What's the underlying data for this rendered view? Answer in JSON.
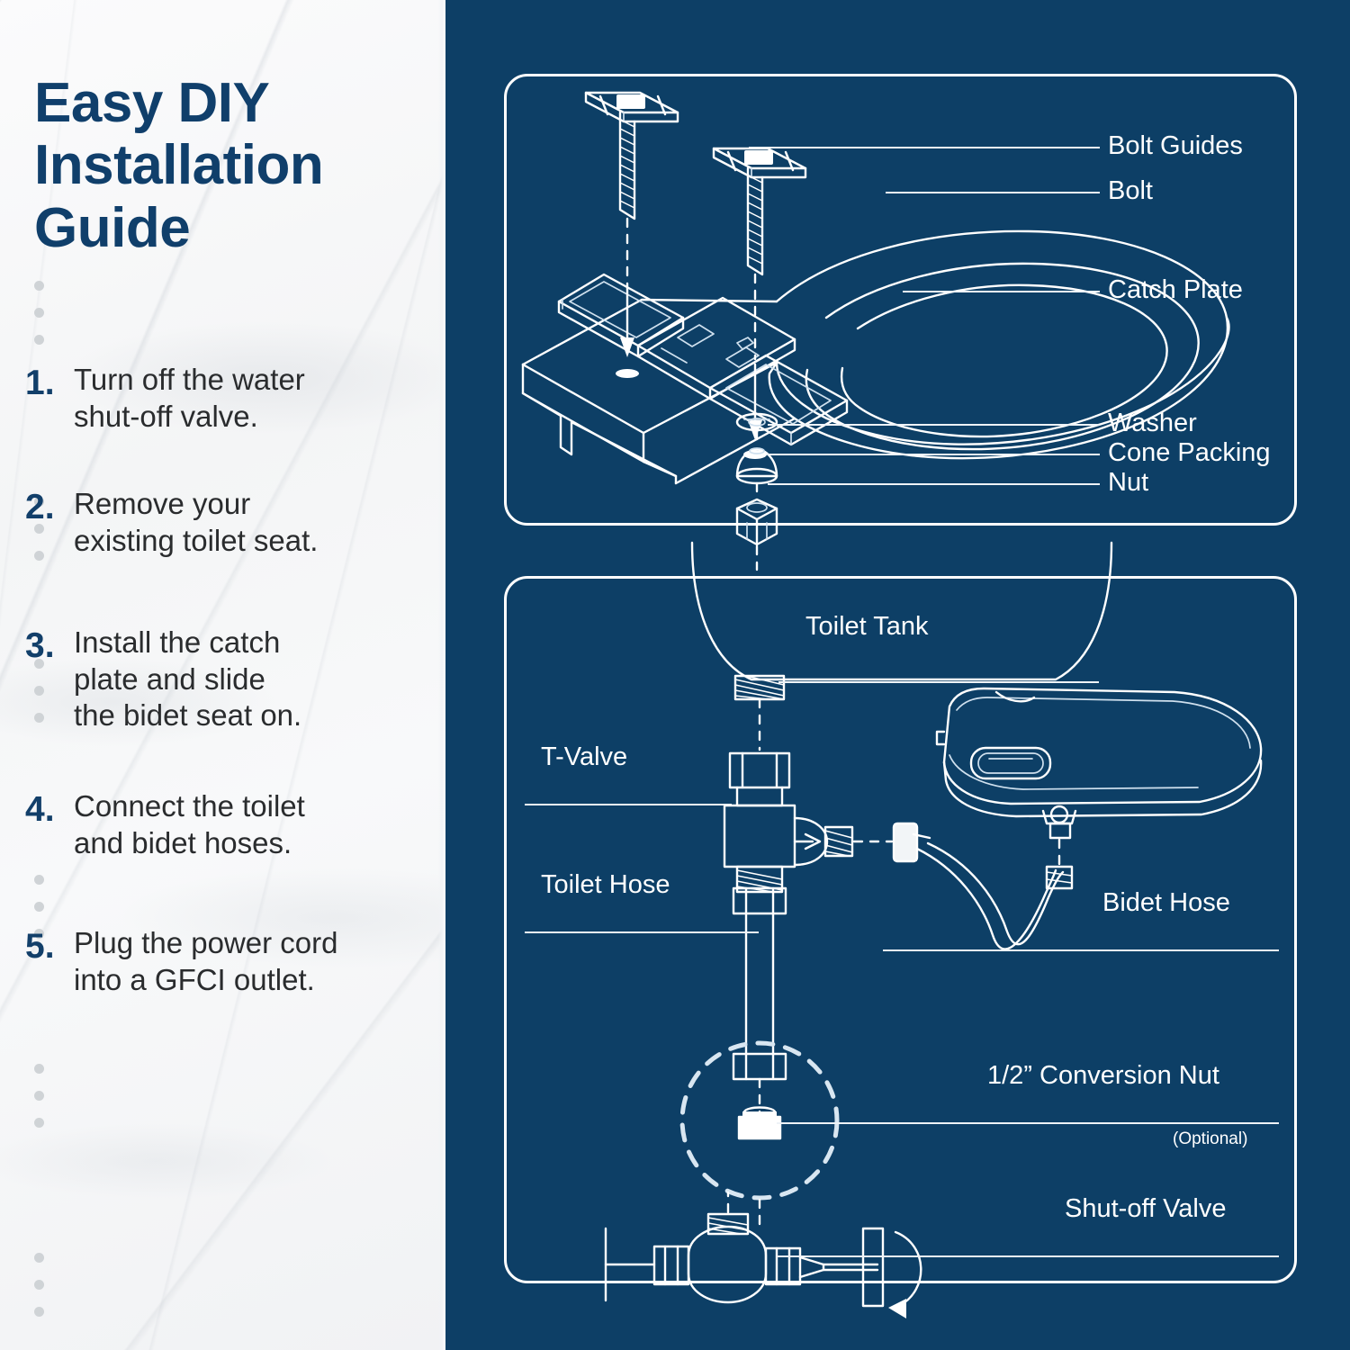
{
  "theme": {
    "navy": "#0d3f66",
    "marble_light": "#f7f8f9",
    "title_blue": "#103f6b",
    "body_text": "#2a2c2e",
    "line_white": "#ffffff",
    "dot_grey": "#cfd3d6"
  },
  "left": {
    "title": "Easy DIY\nInstallation\nGuide",
    "steps": [
      {
        "num": "1.",
        "text": "Turn off the water\nshut-off valve."
      },
      {
        "num": "2.",
        "text": "Remove your\nexisting toilet seat."
      },
      {
        "num": "3.",
        "text": "Install the catch\nplate and slide\nthe bidet seat on."
      },
      {
        "num": "4.",
        "text": "Connect the toilet\nand bidet hoses."
      },
      {
        "num": "5.",
        "text": "Plug the power cord\ninto a GFCI outlet."
      }
    ]
  },
  "panel_top": {
    "name": "catch-plate-assembly-diagram",
    "labels": [
      {
        "key": "bolt_guides",
        "text": "Bolt Guides"
      },
      {
        "key": "bolt",
        "text": "Bolt"
      },
      {
        "key": "catch_plate",
        "text": "Catch Plate"
      },
      {
        "key": "washer",
        "text": "Washer"
      },
      {
        "key": "cone_packing",
        "text": "Cone Packing"
      },
      {
        "key": "nut",
        "text": "Nut"
      }
    ]
  },
  "panel_bottom": {
    "name": "water-connection-diagram",
    "labels": [
      {
        "key": "toilet_tank",
        "text": "Toilet Tank"
      },
      {
        "key": "t_valve",
        "text": "T-Valve"
      },
      {
        "key": "toilet_hose",
        "text": "Toilet Hose"
      },
      {
        "key": "bidet_hose",
        "text": "Bidet Hose"
      },
      {
        "key": "conversion_nut",
        "text": "1/2” Conversion Nut"
      },
      {
        "key": "optional_note",
        "text": "(Optional)"
      },
      {
        "key": "shutoff_valve",
        "text": "Shut-off Valve"
      }
    ]
  }
}
